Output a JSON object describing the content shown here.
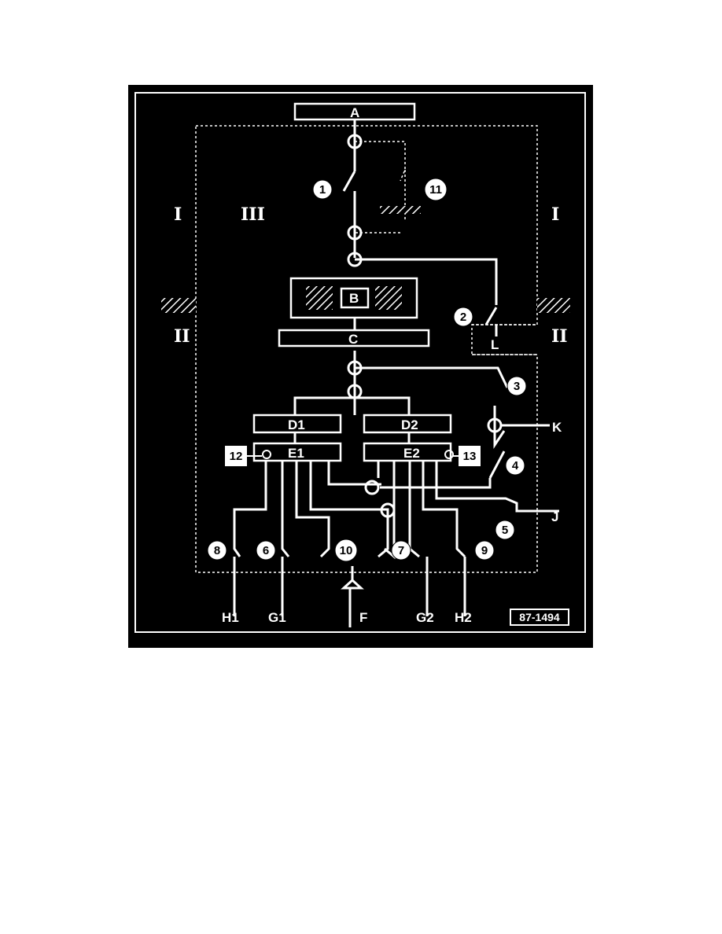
{
  "diagram": {
    "roman_labels": {
      "region_1": "I",
      "region_2": "II",
      "region_3": "III"
    },
    "block_labels": {
      "a": "A",
      "b": "B",
      "c": "C",
      "d1": "D1",
      "d2": "D2",
      "e1": "E1",
      "e2": "E2",
      "f": "F",
      "g1": "G1",
      "g2": "G2",
      "h1": "H1",
      "h2": "H2",
      "j": "J",
      "k": "K",
      "l": "L"
    },
    "callouts": {
      "c1": "1",
      "c2": "2",
      "c3": "3",
      "c4": "4",
      "c5": "5",
      "c6": "6",
      "c7": "7",
      "c8": "8",
      "c9": "9",
      "c10": "10",
      "c11": "11"
    },
    "boxed_callouts": {
      "c12": "12",
      "c13": "13"
    },
    "figure_code": "87-1494"
  }
}
